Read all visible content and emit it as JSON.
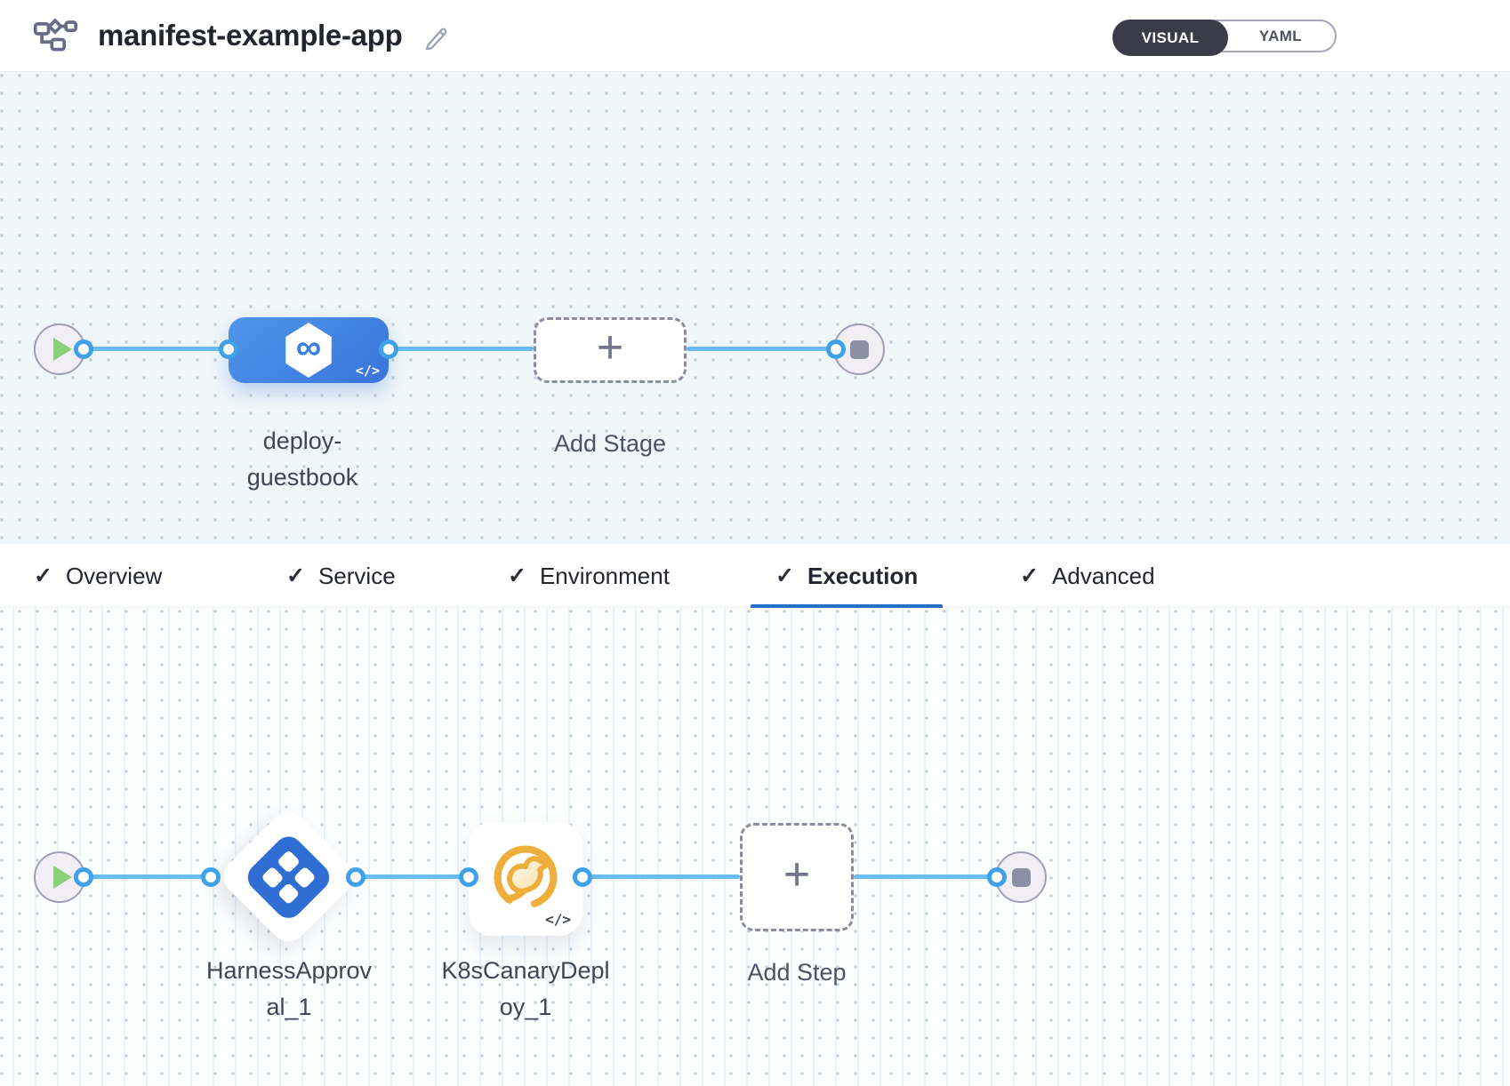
{
  "header": {
    "title": "manifest-example-app",
    "view_toggle": {
      "selected": "VISUAL",
      "options": [
        "VISUAL",
        "YAML"
      ]
    }
  },
  "glyphs": {
    "check": "✓",
    "plus": "+",
    "infinity": "∞",
    "code": "</>"
  },
  "stage_pipeline": {
    "stage_name": "deploy-guestbook",
    "stage_label_lines": [
      "deploy-",
      "guestbook"
    ],
    "add_stage_label": "Add Stage"
  },
  "tabs": [
    {
      "label": "Overview",
      "checked": true,
      "active": false
    },
    {
      "label": "Service",
      "checked": true,
      "active": false
    },
    {
      "label": "Environment",
      "checked": true,
      "active": false
    },
    {
      "label": "Execution",
      "checked": true,
      "active": true
    },
    {
      "label": "Advanced",
      "checked": true,
      "active": false
    }
  ],
  "execution": {
    "steps": [
      {
        "name": "HarnessApproval_1",
        "label_lines": [
          "HarnessApprov",
          "al_1"
        ],
        "type": "harness-approval"
      },
      {
        "name": "K8sCanaryDeploy_1",
        "label_lines": [
          "K8sCanaryDepl",
          "oy_1"
        ],
        "type": "k8s-canary-deploy"
      }
    ],
    "add_step_label": "Add Step"
  },
  "colors": {
    "stage_blue": "#3d80e0",
    "connector_blue": "#68beef",
    "active_tab_underline": "#2270c7",
    "canary_yellow": "#efae3c",
    "approval_blue": "#2f6fd3",
    "toggle_dark": "#3a3b47",
    "play_green": "#8ccf7d"
  }
}
